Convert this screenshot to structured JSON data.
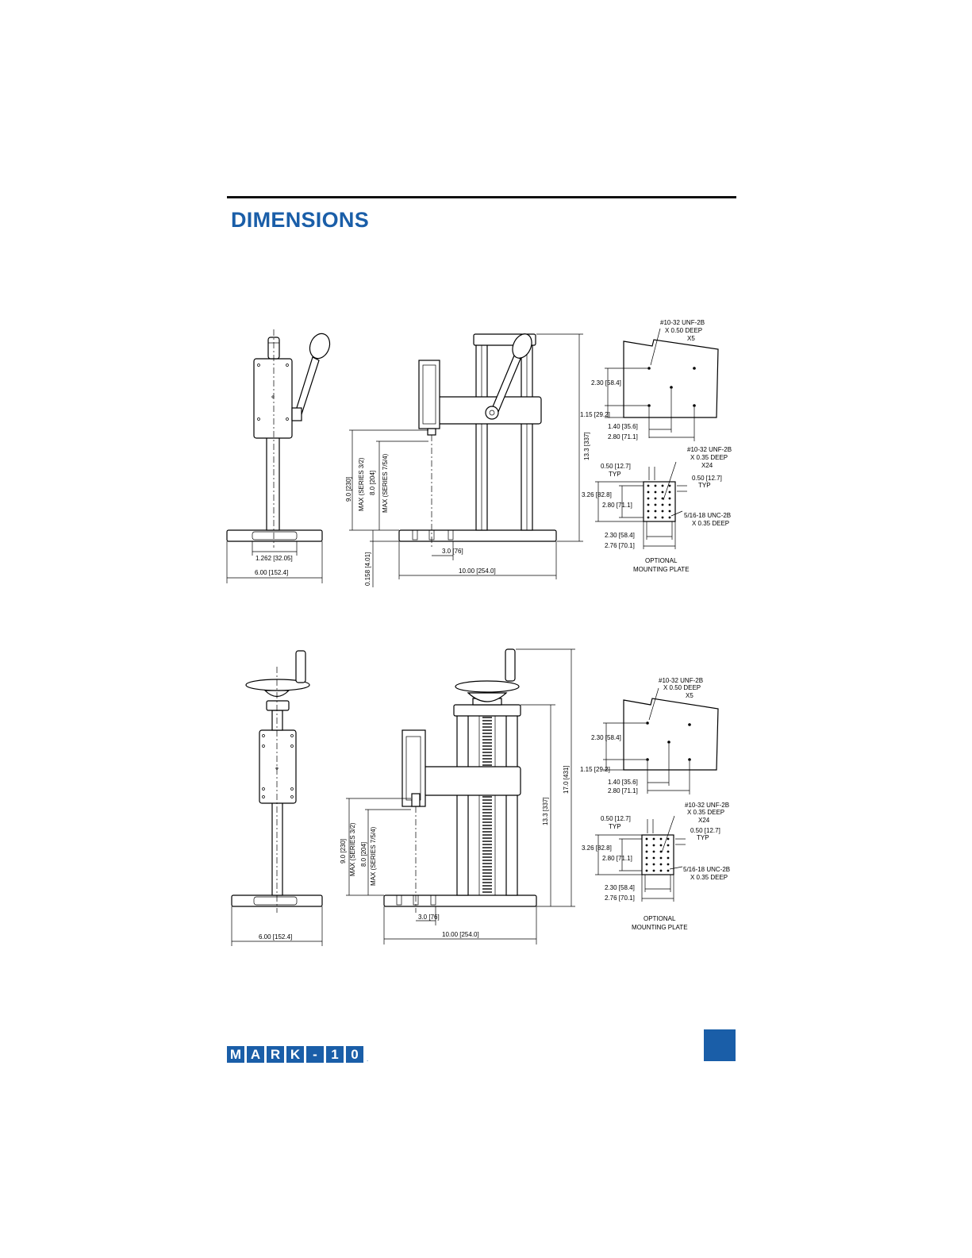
{
  "page": {
    "title": "DIMENSIONS"
  },
  "logo": {
    "letters": [
      "M",
      "A",
      "R",
      "K",
      "-",
      "1",
      "0"
    ],
    "registered": "."
  },
  "drawing_top": {
    "front": {
      "base_width": "6.00 [152.4]",
      "slot_width": "1.262 [32.05]"
    },
    "side": {
      "height_total": "13.3 [337]",
      "max_series_32": "9.0 [230]",
      "max_series_32_label": "MAX (SERIES 3/2)",
      "max_series_754": "8.0 [204]",
      "max_series_754_label": "MAX (SERIES 7/5/4)",
      "base_thickness": "0.158 [4.01]",
      "offset": "3.0 [76]",
      "base_length": "10.00 [254.0]"
    },
    "gauge_plate": {
      "thread": "#10-32 UNF-2B",
      "depth": "X 0.50 DEEP",
      "count": "X5",
      "dim_230": "2.30 [58.4]",
      "dim_115": "1.15 [29.2]",
      "dim_140": "1.40 [35.6]",
      "dim_280": "2.80 [71.1]"
    },
    "mounting_plate": {
      "thread": "#10-32 UNF-2B",
      "depth": "X 0.35 DEEP",
      "count": "X24",
      "pitch_left": "0.50 [12.7]",
      "typ_left": "TYP",
      "pitch_right": "0.50 [12.7]",
      "typ_right": "TYP",
      "dim_326": "3.26 [82.8]",
      "dim_280": "2.80 [71.1]",
      "thread2": "5/16-18 UNC-2B",
      "depth2": "X 0.35 DEEP",
      "dim_230": "2.30 [58.4]",
      "dim_276": "2.76 [70.1]",
      "caption_1": "OPTIONAL",
      "caption_2": "MOUNTING PLATE"
    }
  },
  "drawing_bottom": {
    "front": {
      "base_width": "6.00 [152.4]"
    },
    "side": {
      "height_total": "17.0 [431]",
      "height_column": "13.3 [337]",
      "max_series_32": "9.0 [230]",
      "max_series_32_label": "MAX (SERIES 3/2)",
      "max_series_754": "8.0 [204]",
      "max_series_754_label": "MAX (SERIES 7/5/4)",
      "offset": "3.0 [76]",
      "base_length": "10.00 [254.0]"
    },
    "gauge_plate": {
      "thread": "#10-32 UNF-2B",
      "depth": "X 0.50 DEEP",
      "count": "X5",
      "dim_230": "2.30 [58.4]",
      "dim_115": "1.15 [29.2]",
      "dim_140": "1.40 [35.6]",
      "dim_280": "2.80 [71.1]"
    },
    "mounting_plate": {
      "thread": "#10-32 UNF-2B",
      "depth": "X 0.35 DEEP",
      "count": "X24",
      "pitch_left": "0.50 [12.7]",
      "typ_left": "TYP",
      "pitch_right": "0.50 [12.7]",
      "typ_right": "TYP",
      "dim_326": "3.26 [82.8]",
      "dim_280": "2.80 [71.1]",
      "thread2": "5/16-18 UNC-2B",
      "depth2": "X 0.35 DEEP",
      "dim_230": "2.30 [58.4]",
      "dim_276": "2.76 [70.1]",
      "caption_1": "OPTIONAL",
      "caption_2": "MOUNTING PLATE"
    }
  }
}
